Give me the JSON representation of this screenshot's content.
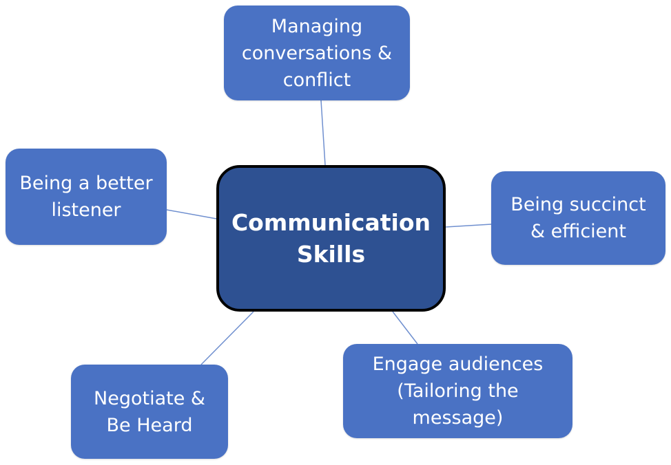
{
  "diagram": {
    "center": {
      "label": "Communication\nSkills"
    },
    "nodes": {
      "top": {
        "label": "Managing\nconversations &\nconflict"
      },
      "left": {
        "label": "Being a better\nlistener"
      },
      "right": {
        "label": "Being succinct\n& efficient"
      },
      "bottom_left": {
        "label": "Negotiate &\nBe Heard"
      },
      "bottom_right": {
        "label": "Engage audiences\n(Tailoring the\nmessage)"
      }
    },
    "colors": {
      "center_fill": "#2e5192",
      "center_border": "#000000",
      "node_fill": "#4a72c4",
      "connector": "#6f8fcf",
      "text": "#ffffff"
    }
  }
}
